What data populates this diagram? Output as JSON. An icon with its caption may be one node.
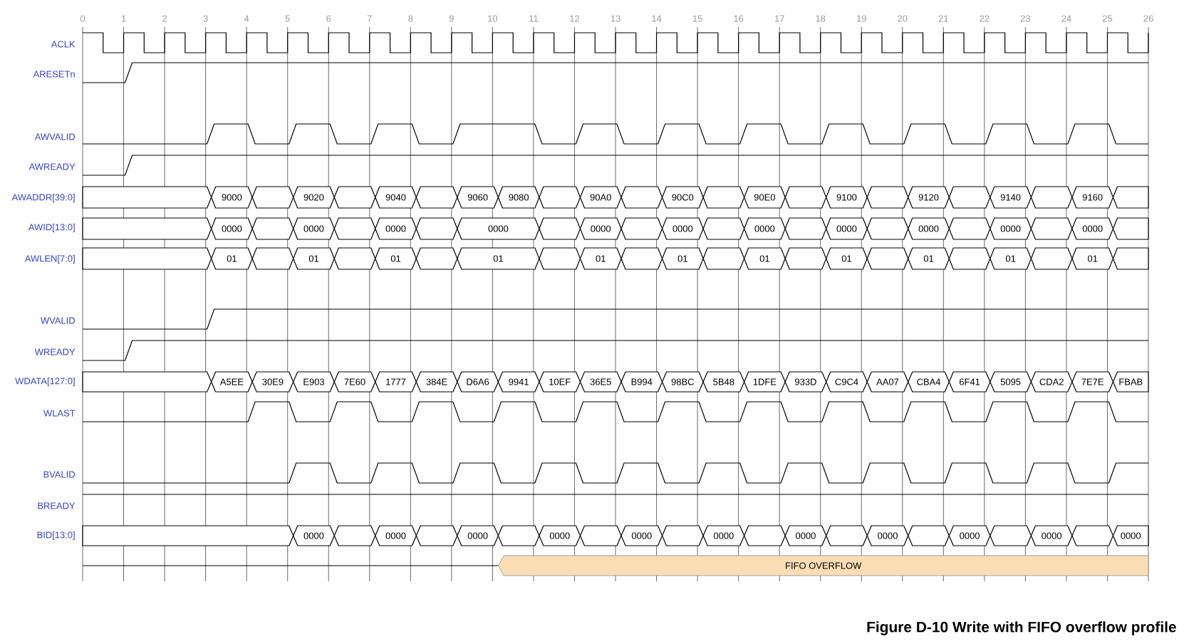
{
  "diagram": {
    "caption": "Figure D-10 Write with FIFO overflow profile",
    "nodes": [
      {
        "text": [],
        "shape": "hexagon"
      },
      {
        "text": [
          "9000"
        ]
      },
      {
        "text": [],
        "shape": "hexagon"
      },
      {
        "text": [
          "9020"
        ]
      },
      {
        "text": [],
        "shape": "hexagon"
      },
      {
        "text": [
          "9040"
        ]
      },
      {
        "text": [],
        "shape": "hexagon"
      },
      {
        "text": [
          "9060"
        ]
      },
      {
        "text": [
          "9080"
        ]
      },
      {
        "text": [],
        "shape": "hexagon"
      },
      {
        "text": [
          "90A0"
        ]
      },
      {
        "text": [],
        "shape": "hexagon"
      },
      {
        "text": [
          "90C0"
        ]
      },
      {
        "text": [],
        "shape": "hexagon"
      },
      {
        "text": [
          "90E0"
        ]
      },
      {
        "text": [],
        "shape": "hexagon"
      },
      {
        "text": [
          "9100"
        ]
      },
      {
        "text": [],
        "shape": "hexagon"
      },
      {
        "text": [
          "9120"
        ]
      },
      {
        "text": [],
        "shape": "hexagon"
      },
      {
        "text": [
          "9140"
        ]
      },
      {
        "text": [],
        "shape": "hexagon"
      },
      {
        "text": [
          "9160"
        ]
      },
      {
        "text": [],
        "shape": "hexagon"
      },
      {
        "text": [],
        "shape": "hexagon"
      },
      {
        "text": [
          "0000"
        ]
      },
      {
        "text": [],
        "shape": "hexagon"
      },
      {
        "text": [
          "0000"
        ]
      },
      {
        "text": [],
        "shape": "hexagon"
      },
      {
        "text": [
          "0000"
        ]
      },
      {
        "text": [],
        "shape": "hexagon"
      },
      {
        "text": [
          "0000"
        ]
      },
      {
        "text": [],
        "shape": "hexagon"
      },
      {
        "text": [
          "0000"
        ]
      },
      {
        "text": [],
        "shape": "hexagon"
      },
      {
        "text": [
          "0000"
        ]
      },
      {
        "text": [],
        "shape": "hexagon"
      },
      {
        "text": [
          "0000"
        ]
      },
      {
        "text": [],
        "shape": "hexagon"
      },
      {
        "text": [
          "0000"
        ]
      },
      {
        "text": [],
        "shape": "hexagon"
      },
      {
        "text": [
          "0000"
        ]
      },
      {
        "text": [],
        "shape": "hexagon"
      },
      {
        "text": [
          "0000"
        ]
      },
      {
        "text": [],
        "shape": "hexagon"
      },
      {
        "text": [
          "0000"
        ]
      },
      {
        "text": [],
        "shape": "hexagon"
      },
      {
        "text": [],
        "shape": "hexagon"
      },
      {
        "text": [
          "01"
        ]
      },
      {
        "text": [],
        "shape": "hexagon"
      },
      {
        "text": [
          "01"
        ]
      },
      {
        "text": [],
        "shape": "hexagon"
      },
      {
        "text": [
          "01"
        ]
      },
      {
        "text": [],
        "shape": "hexagon"
      },
      {
        "text": [
          "01"
        ]
      },
      {
        "text": [],
        "shape": "hexagon"
      },
      {
        "text": [
          "01"
        ]
      },
      {
        "text": [],
        "shape": "hexagon"
      },
      {
        "text": [
          "01"
        ]
      },
      {
        "text": [],
        "shape": "hexagon"
      },
      {
        "text": [
          "01"
        ]
      },
      {
        "text": [],
        "shape": "hexagon"
      },
      {
        "text": [
          "01"
        ]
      },
      {
        "text": [],
        "shape": "hexagon"
      },
      {
        "text": [
          "01"
        ]
      },
      {
        "text": [],
        "shape": "hexagon"
      },
      {
        "text": [
          "01"
        ]
      },
      {
        "text": [],
        "shape": "hexagon"
      },
      {
        "text": [
          "01"
        ]
      },
      {
        "text": [],
        "shape": "hexagon"
      },
      {
        "text": [],
        "shape": "hexagon"
      },
      {
        "text": [
          "A5EE"
        ]
      },
      {
        "text": [
          "30E9"
        ]
      },
      {
        "text": [
          "E903"
        ]
      },
      {
        "text": [
          "7E60"
        ]
      },
      {
        "text": [
          "1777"
        ]
      },
      {
        "text": [
          "384E"
        ]
      },
      {
        "text": [
          "D6A6"
        ]
      },
      {
        "text": [
          "9941"
        ]
      },
      {
        "text": [
          "10EF"
        ]
      },
      {
        "text": [
          "36E5"
        ]
      },
      {
        "text": [
          "B994"
        ]
      },
      {
        "text": [
          "98BC"
        ]
      },
      {
        "text": [
          "5B48"
        ]
      },
      {
        "text": [
          "1DFE"
        ]
      },
      {
        "text": [
          "933D"
        ]
      },
      {
        "text": [
          "C9C4"
        ]
      },
      {
        "text": [
          "AA07"
        ]
      },
      {
        "text": [
          "CBA4"
        ]
      },
      {
        "text": [
          "6F41"
        ]
      },
      {
        "text": [
          "5095"
        ]
      },
      {
        "text": [
          "CDA2"
        ]
      },
      {
        "text": [
          "7E7E"
        ]
      },
      {
        "text": [
          "FBAB"
        ]
      },
      {
        "text": [],
        "shape": "hexagon"
      },
      {
        "text": [
          "0000"
        ]
      },
      {
        "text": [],
        "shape": "hexagon"
      },
      {
        "text": [
          "0000"
        ]
      },
      {
        "text": [],
        "shape": "hexagon"
      },
      {
        "text": [
          "0000"
        ]
      },
      {
        "text": [],
        "shape": "hexagon"
      },
      {
        "text": [
          "0000"
        ]
      },
      {
        "text": [],
        "shape": "hexagon"
      },
      {
        "text": [
          "0000"
        ]
      },
      {
        "text": [],
        "shape": "hexagon"
      },
      {
        "text": [
          "0000"
        ]
      },
      {
        "text": [],
        "shape": "hexagon"
      },
      {
        "text": [
          "0000"
        ]
      },
      {
        "text": [],
        "shape": "hexagon"
      },
      {
        "text": [
          "0000"
        ]
      },
      {
        "text": [],
        "shape": "hexagon"
      },
      {
        "text": [
          "0000"
        ]
      },
      {
        "text": [],
        "shape": "hexagon"
      },
      {
        "text": [
          "0000"
        ]
      },
      {
        "text": [],
        "shape": "hexagon"
      },
      {
        "text": [
          "0000"
        ]
      },
      {
        "text": [
          "FIFO OVERFLOW"
        ]
      }
    ],
    "labels": [
      "0",
      "1",
      "2",
      "3",
      "4",
      "5",
      "6",
      "7",
      "8",
      "9",
      "10",
      "11",
      "12",
      "13",
      "14",
      "15",
      "16",
      "17",
      "18",
      "19",
      "20",
      "21",
      "22",
      "23",
      "24",
      "25",
      "26",
      "ACLK",
      "ARESETn",
      "AWVALID",
      "AWREADY",
      "AWADDR[39:0]",
      "AWID[13:0]",
      "AWLEN[7:0]",
      "WVALID",
      "WREADY",
      "WDATA[127:0]",
      "WLAST",
      "BVALID",
      "BREADY",
      "BID[13:0]"
    ]
  }
}
